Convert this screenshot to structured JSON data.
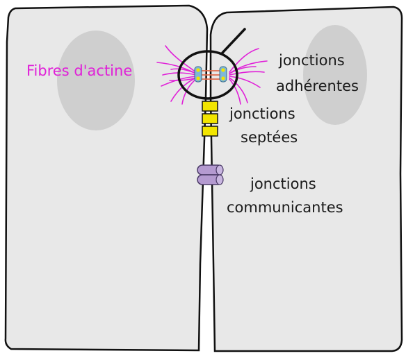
{
  "labels": {
    "actin": "Fibres d'actine",
    "adherens_1": "jonctions",
    "adherens_2": "adhérentes",
    "septate_1": "jonctions",
    "septate_2": "septées",
    "gap_1": "jonctions",
    "gap_2": "communicantes"
  },
  "colors": {
    "cell_fill": "#e8e8e8",
    "nucleus_fill": "#cfcfcf",
    "outline": "#111111",
    "actin": "#e020d8",
    "adherens_blue": "#7fb8d8",
    "adherens_red": "#e06a4a",
    "septate_yellow": "#f2e500",
    "gap_purple": "#b49ad0"
  }
}
